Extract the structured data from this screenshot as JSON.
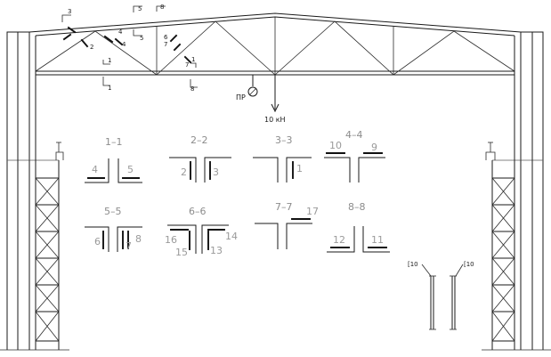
{
  "load": {
    "label": "10 кН"
  },
  "prop_label": "ПР",
  "column_sections": {
    "left": "[10",
    "right": "[10"
  },
  "truss_marks": {
    "m3": "3",
    "m4a": "4",
    "m2": "2",
    "m1": "1",
    "m4b": "4",
    "m5a": "5",
    "m5b": "5",
    "m8a": "8",
    "m8b": "8",
    "m6": "6",
    "m7": "7",
    "m1b": "1",
    "m1c": "1"
  },
  "sections": [
    {
      "title": "1–1",
      "labels": [
        "4",
        "5"
      ]
    },
    {
      "title": "2–2",
      "labels": [
        "2",
        "3"
      ]
    },
    {
      "title": "3–3",
      "labels": [
        "1"
      ]
    },
    {
      "title": "4–4",
      "labels": [
        "10",
        "9"
      ]
    },
    {
      "title": "5–5",
      "labels": [
        "6",
        "7",
        "8"
      ]
    },
    {
      "title": "6–6",
      "labels": [
        "16",
        "15",
        "14",
        "13"
      ]
    },
    {
      "title": "7–7",
      "labels": [
        "17"
      ]
    },
    {
      "title": "8–8",
      "labels": [
        "12",
        "11"
      ]
    }
  ]
}
